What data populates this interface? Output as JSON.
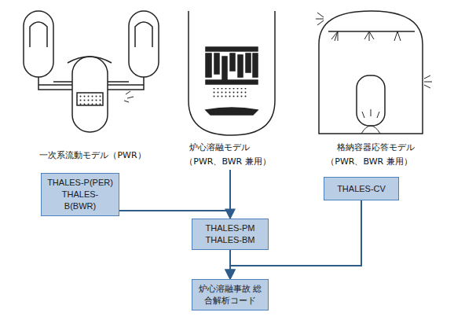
{
  "diagram": {
    "nodes": [
      {
        "text": [
          "THALES-P(PER) THALES-B(BWR)"
        ]
      },
      {
        "text": [
          "THALES-PM THALES-BM"
        ]
      },
      {
        "text": [
          "THALES-CV"
        ]
      },
      {
        "text": [
          "炉心溶融事故 総合解析コード"
        ]
      }
    ],
    "edges": [
      {
        "from": 0,
        "to": 1,
        "arrow": "to"
      },
      {
        "from": 1,
        "to": 3,
        "arrow": "to"
      },
      {
        "from": 2,
        "to": 3,
        "arrow": "to"
      }
    ],
    "labels": [
      "一次系流動モデル（PWR）",
      "炉心溶融モデル",
      "（PWR、BWR 兼用）",
      "格納容器応答モデル",
      "（PWR、BWR 兼用）"
    ]
  }
}
